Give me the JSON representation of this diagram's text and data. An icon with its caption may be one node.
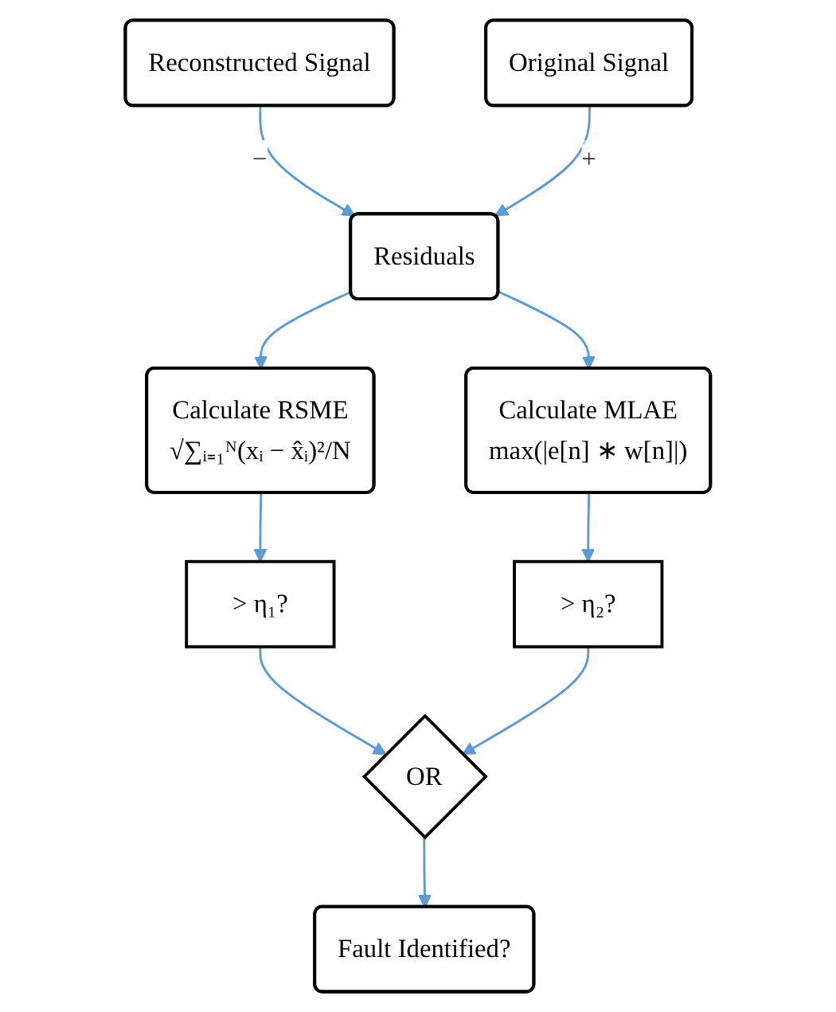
{
  "diagram": {
    "nodes": [
      {
        "text": [
          "Reconstructed Signal"
        ]
      },
      {
        "text": [
          "Original Signal"
        ]
      },
      {
        "text": [
          "Residuals"
        ]
      },
      {
        "text": [
          "Calculate RSME",
          "√∑ᵢ₌₁ᴺ(xᵢ − x̂ᵢ)²/N"
        ]
      },
      {
        "text": [
          "Calculate MLAE",
          "max(|e[n] ∗ w[n]|)"
        ]
      },
      {
        "text": [
          "> η₁?"
        ]
      },
      {
        "text": [
          "> η₂?"
        ]
      },
      {
        "text": [
          "OR"
        ]
      },
      {
        "text": [
          "Fault Identified?"
        ]
      }
    ],
    "edges": [
      {
        "from": 0,
        "to": 2,
        "arrow": "to",
        "label": "−"
      },
      {
        "from": 1,
        "to": 2,
        "arrow": "to",
        "label": "+"
      },
      {
        "from": 2,
        "to": 3,
        "arrow": "to"
      },
      {
        "from": 2,
        "to": 4,
        "arrow": "to"
      },
      {
        "from": 3,
        "to": 5,
        "arrow": "to"
      },
      {
        "from": 4,
        "to": 6,
        "arrow": "to"
      },
      {
        "from": 5,
        "to": 7,
        "arrow": "to"
      },
      {
        "from": 6,
        "to": 7,
        "arrow": "to"
      },
      {
        "from": 7,
        "to": 8,
        "arrow": "to"
      }
    ]
  }
}
